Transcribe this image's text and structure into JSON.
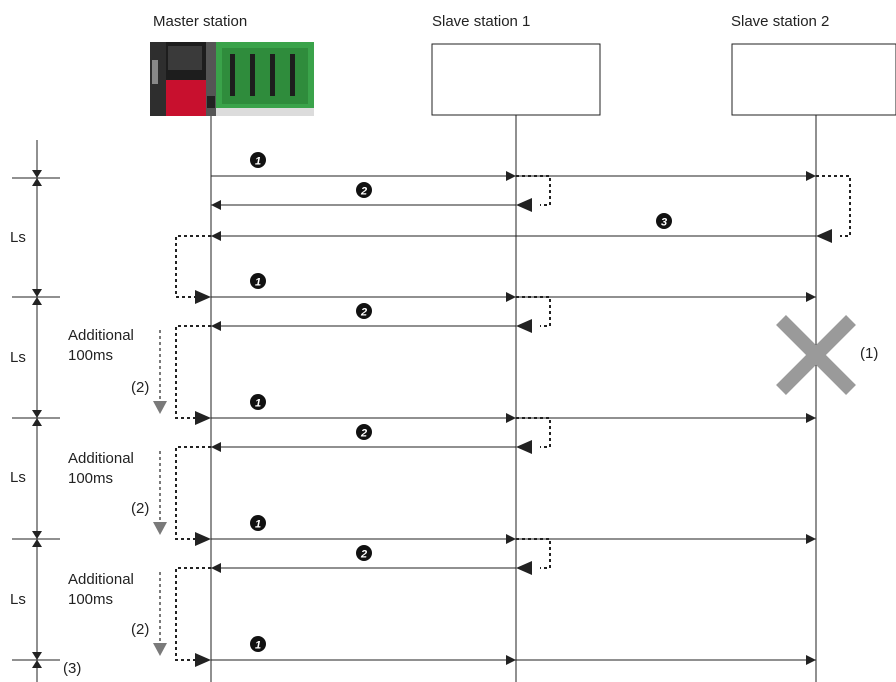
{
  "headers": {
    "master": "Master station",
    "slave1": "Slave station 1",
    "slave2": "Slave station 2"
  },
  "ls_label": "Ls",
  "additional_line1": "Additional",
  "additional_line2": "100ms",
  "note_1": "(1)",
  "note_2": "(2)",
  "note_3": "(3)",
  "step_icons": {
    "step1": "black-circle-numeral-1",
    "step2": "black-circle-numeral-2",
    "step3": "black-circle-numeral-3"
  },
  "colors": {
    "line": "#222222",
    "cross": "#9a9a9a",
    "dotted_arrow": "#7a7a7a",
    "plc_red": "#c8102e",
    "plc_green": "#3aa34a"
  }
}
